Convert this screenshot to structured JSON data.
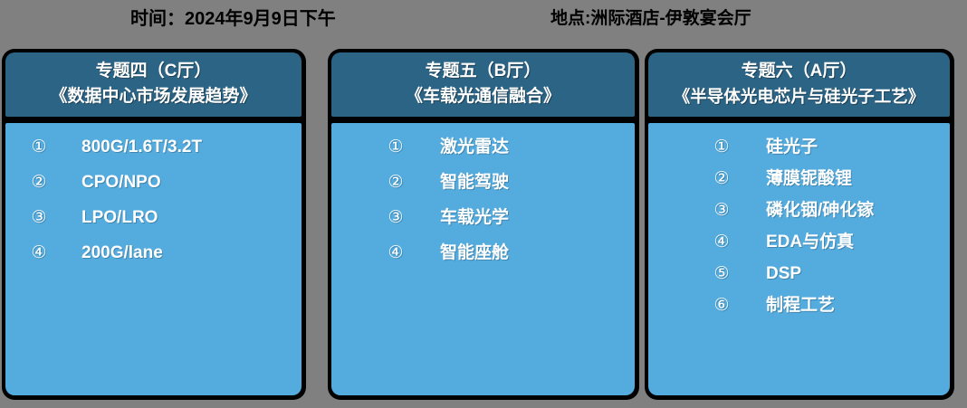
{
  "header": {
    "time_label": "时间：2024年9月9日下午",
    "place_label": "地点:洲际酒店-伊敦宴会厅"
  },
  "colors": {
    "background": "#808080",
    "panel_border": "#000000",
    "panel_header": "#2B6485",
    "panel_body": "#53ABDE",
    "text_light": "#FFFFFF",
    "text_dark": "#000000"
  },
  "panels": [
    {
      "title": "专题四（C厅）",
      "subtitle": "《数据中心市场发展趋势》",
      "items": [
        {
          "marker": "①",
          "label": "800G/1.6T/3.2T"
        },
        {
          "marker": "②",
          "label": "CPO/NPO"
        },
        {
          "marker": "③",
          "label": "LPO/LRO"
        },
        {
          "marker": "④",
          "label": "200G/lane"
        }
      ]
    },
    {
      "title": "专题五（B厅）",
      "subtitle": "《车载光通信融合》",
      "items": [
        {
          "marker": "①",
          "label": "激光雷达"
        },
        {
          "marker": "②",
          "label": "智能驾驶"
        },
        {
          "marker": "③",
          "label": "车载光学"
        },
        {
          "marker": "④",
          "label": "智能座舱"
        }
      ]
    },
    {
      "title": "专题六（A厅）",
      "subtitle": "《半导体光电芯片与硅光子工艺》",
      "items": [
        {
          "marker": "①",
          "label": "硅光子"
        },
        {
          "marker": "②",
          "label": "薄膜铌酸锂"
        },
        {
          "marker": "③",
          "label": "磷化铟/砷化镓"
        },
        {
          "marker": "④",
          "label": "EDA与仿真"
        },
        {
          "marker": "⑤",
          "label": "DSP"
        },
        {
          "marker": "⑥",
          "label": "制程工艺"
        }
      ]
    }
  ]
}
